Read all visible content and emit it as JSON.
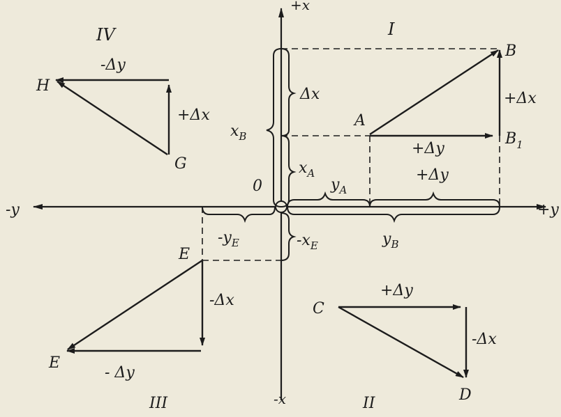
{
  "axes": {
    "plus_x": "+x",
    "minus_x": "-x",
    "plus_y": "+y",
    "minus_y": "-y",
    "origin": "0"
  },
  "quadrants": {
    "I": "I",
    "II": "II",
    "III": "III",
    "IV": "IV"
  },
  "points": {
    "A": "A",
    "B": "B",
    "B1": "B",
    "B1_sub": "1",
    "C": "C",
    "D": "D",
    "E_upper": "E",
    "E_lower": "E",
    "G": "G",
    "H": "H"
  },
  "labels": {
    "q1_dx_brace": "Δx",
    "q1_xB": "x",
    "q1_xB_sub": "B",
    "q1_xA": "x",
    "q1_xA_sub": "A",
    "q1_yA": "y",
    "q1_yA_sub": "A",
    "q1_dy_upper": "+Δy",
    "q1_dy_lower": "+Δy",
    "q1_dx_right": "+Δx",
    "q1_yB": "y",
    "q1_yB_sub": "B",
    "q2_dy": "+Δy",
    "q2_dx": "-Δx",
    "q3_yE": "-y",
    "q3_yE_sub": "E",
    "q3_xE": "-x",
    "q3_xE_sub": "E",
    "q3_dx": "-Δx",
    "q3_dy": "- Δy",
    "q4_dy": "-Δy",
    "q4_dx": "+Δx"
  },
  "colors": {
    "ink": "#1c1c1c",
    "paper": "#eeeadb"
  }
}
